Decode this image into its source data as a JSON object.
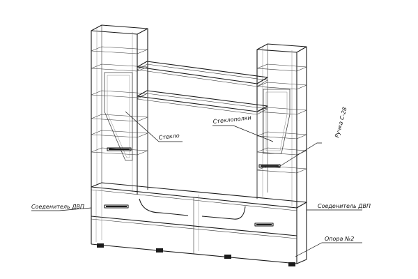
{
  "drawing": {
    "labels": {
      "glass": "Стекло",
      "glass_shelves": "Стеклополки",
      "handle": "Ручка С-28",
      "connector_left": "Соеденитель ДВП",
      "connector_right": "Соеденитель ДВП",
      "support": "Опора №2"
    }
  }
}
